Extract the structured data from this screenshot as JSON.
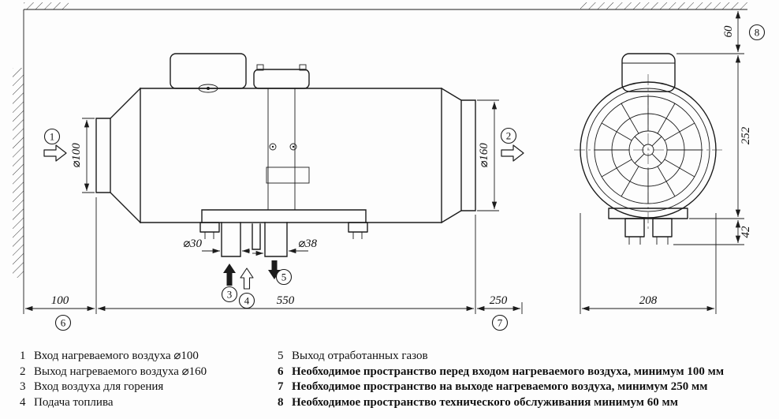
{
  "drawing": {
    "dims": {
      "d100": "⌀100",
      "d160": "⌀160",
      "d30": "⌀30",
      "d38": "⌀38",
      "s100": "100",
      "s550": "550",
      "s250": "250",
      "w208": "208",
      "h252": "252",
      "h42": "42",
      "h60": "60"
    },
    "callouts": [
      "1",
      "2",
      "3",
      "4",
      "5",
      "6",
      "7",
      "8"
    ]
  },
  "legend": {
    "items": [
      {
        "num": "1",
        "text": "Вход нагреваемого воздуха ⌀100"
      },
      {
        "num": "2",
        "text": "Выход нагреваемого воздуха ⌀160"
      },
      {
        "num": "3",
        "text": "Вход воздуха для горения"
      },
      {
        "num": "4",
        "text": "Подача топлива"
      },
      {
        "num": "5",
        "text": "Выход отработанных газов"
      },
      {
        "num": "6",
        "text": "Необходимое пространство перед входом нагреваемого воздуха, минимум 100 мм"
      },
      {
        "num": "7",
        "text": "Необходимое пространство на выходе нагреваемого воздуха, минимум 250 мм"
      },
      {
        "num": "8",
        "text": "Необходимое пространство технического обслуживания минимум 60 мм"
      }
    ]
  }
}
